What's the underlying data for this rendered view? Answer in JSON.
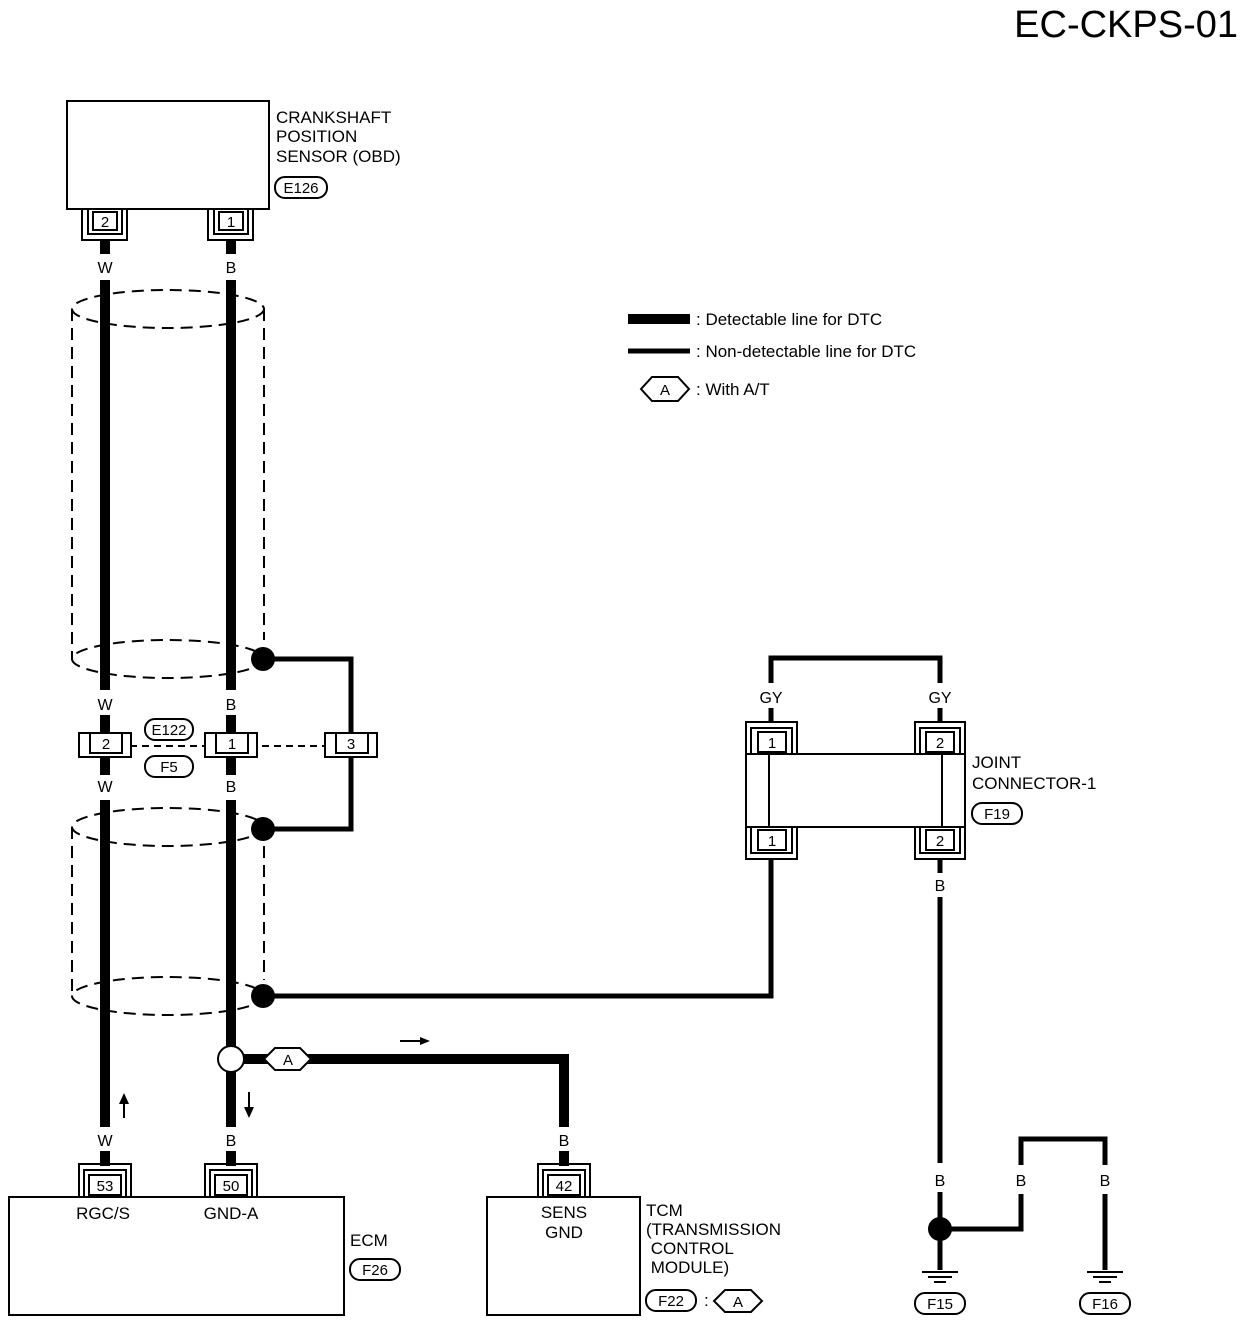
{
  "title": "EC-CKPS-01",
  "legend": {
    "detectable": ": Detectable line for DTC",
    "non_detectable": ": Non-detectable line for DTC",
    "with_at_symbol": "A",
    "with_at": ": With A/T"
  },
  "crankshaft_sensor": {
    "label_lines": [
      "CRANKSHAFT",
      "POSITION",
      "SENSOR (OBD)"
    ],
    "connector": "E126",
    "pins": [
      "2",
      "1"
    ],
    "wire_colors": [
      "W",
      "B"
    ]
  },
  "inline_connector": {
    "ids": [
      "E122",
      "F5"
    ],
    "pins": [
      "2",
      "1",
      "3"
    ],
    "wire_colors_top": [
      "W",
      "B"
    ],
    "wire_colors_bottom": [
      "W",
      "B"
    ]
  },
  "joint_connector": {
    "label_lines": [
      "JOINT",
      "CONNECTOR-1"
    ],
    "connector": "F19",
    "wire_colors_top": [
      "GY",
      "GY"
    ],
    "pins_top": [
      "1",
      "2"
    ],
    "pins_bottom": [
      "1",
      "2"
    ],
    "wire_color_bottom": "B"
  },
  "splice_option": "A",
  "ecm": {
    "label": "ECM",
    "connector": "F26",
    "pins": [
      "53",
      "50"
    ],
    "pin_labels": [
      "RGC/S",
      "GND-A"
    ],
    "wire_colors": [
      "W",
      "B"
    ]
  },
  "tcm": {
    "label_lines": [
      "TCM",
      "(TRANSMISSION",
      " CONTROL",
      " MODULE)"
    ],
    "connector": "F22",
    "connector_sep": ":",
    "option": "A",
    "pin": "42",
    "pin_label_lines": [
      "SENS",
      "GND"
    ],
    "wire_color": "B"
  },
  "grounds": {
    "wire_colors": [
      "B",
      "B",
      "B",
      "B"
    ],
    "ids": [
      "F15",
      "F16"
    ]
  }
}
